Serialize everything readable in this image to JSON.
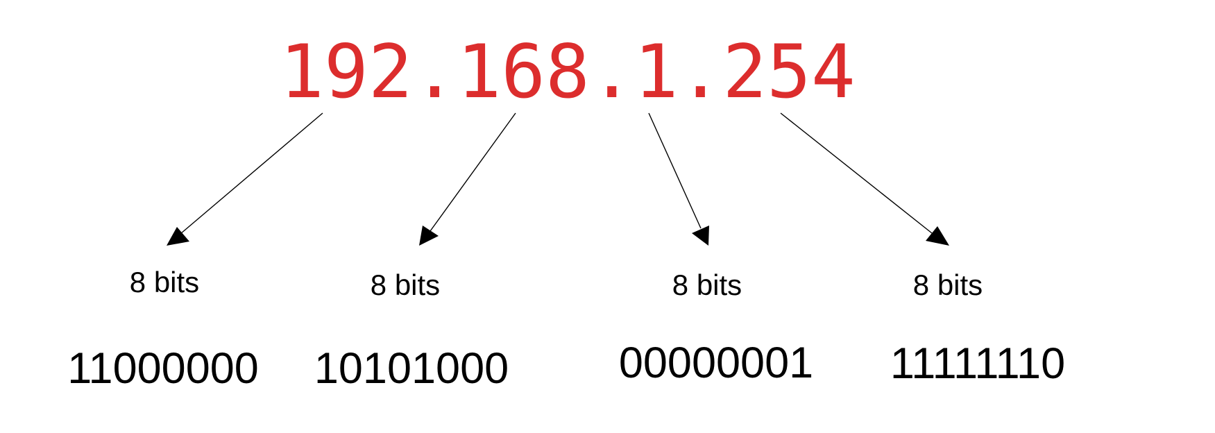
{
  "ip_address": "192.168.1.254",
  "colors": {
    "ip_text": "#dc2d2d",
    "text": "#000000",
    "arrows": "#000000",
    "background": "#ffffff"
  },
  "octets": [
    {
      "bits_label": "8 bits",
      "binary": "11000000"
    },
    {
      "bits_label": "8 bits",
      "binary": "10101000"
    },
    {
      "bits_label": "8 bits",
      "binary": "00000001"
    },
    {
      "bits_label": "8 bits",
      "binary": "11111110"
    }
  ]
}
